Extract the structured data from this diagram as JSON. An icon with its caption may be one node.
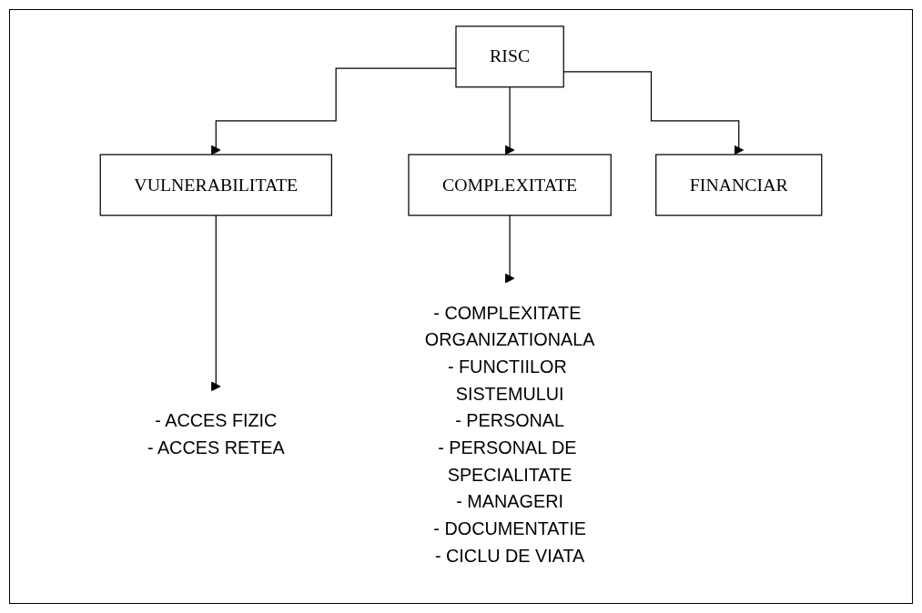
{
  "diagram": {
    "nodes": [
      {
        "text": [
          "RISC"
        ]
      },
      {
        "text": [
          "VULNERABILITATE"
        ]
      },
      {
        "text": [
          "COMPLEXITATE"
        ]
      },
      {
        "text": [
          "FINANCIAR"
        ]
      },
      {
        "text": [
          "- ACCES FIZIC",
          "- ACCES RETEA"
        ]
      },
      {
        "text": [
          "- COMPLEXITATE ORGANIZATIONALA",
          "- FUNCTIILOR SISTEMULUI",
          "- PERSONAL",
          "- PERSONAL DE SPECIALITATE",
          "- MANAGERI",
          "- DOCUMENTATIE",
          "- CICLU DE VIATA"
        ]
      }
    ],
    "edges": [
      {
        "from": 0,
        "to": 1,
        "arrow": "to"
      },
      {
        "from": 0,
        "to": 2,
        "arrow": "to"
      },
      {
        "from": 0,
        "to": 3,
        "arrow": "to"
      },
      {
        "from": 1,
        "to": 4,
        "arrow": "to"
      },
      {
        "from": 2,
        "to": 5,
        "arrow": "to"
      }
    ]
  }
}
